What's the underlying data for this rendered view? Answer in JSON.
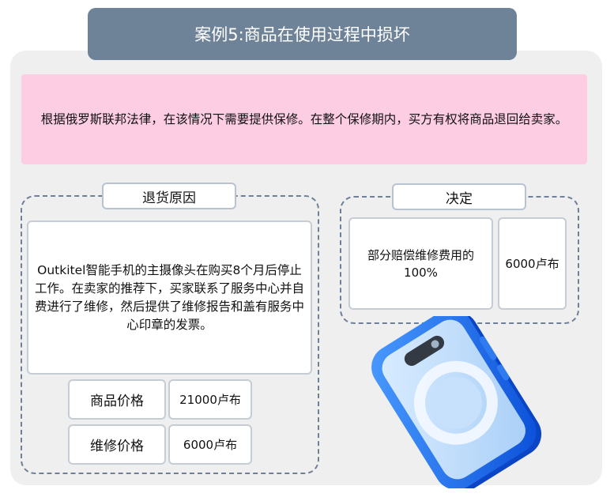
{
  "header": {
    "title": "案例5:商品在使用过程中损坏"
  },
  "intro": {
    "text": "根据俄罗斯联邦法律，在该情况下需要提供保修。在整个保修期内，买方有权将商品退回给卖家。"
  },
  "return_reason": {
    "label": "退货原因",
    "text": "Outkitel智能手机的主摄像头在购买8个月后停止工作。在卖家的推荐下，买家联系了服务中心并自费进行了维修，然后提供了维修报告和盖有服务中心印章的发票。",
    "rows": [
      {
        "label": "商品价格",
        "value": "21000卢布"
      },
      {
        "label": "维修价格",
        "value": "6000卢布"
      }
    ]
  },
  "decision": {
    "label": "决定",
    "text": "部分赔偿维修费用的100%",
    "value": "6000卢布"
  },
  "colors": {
    "title_bg": "#6e8298",
    "intro_bg": "#fccde3",
    "panel_bg": "#efefef",
    "phone_blue": "#1f6fff"
  },
  "icons": {
    "illustration": "smartphone-icon"
  }
}
